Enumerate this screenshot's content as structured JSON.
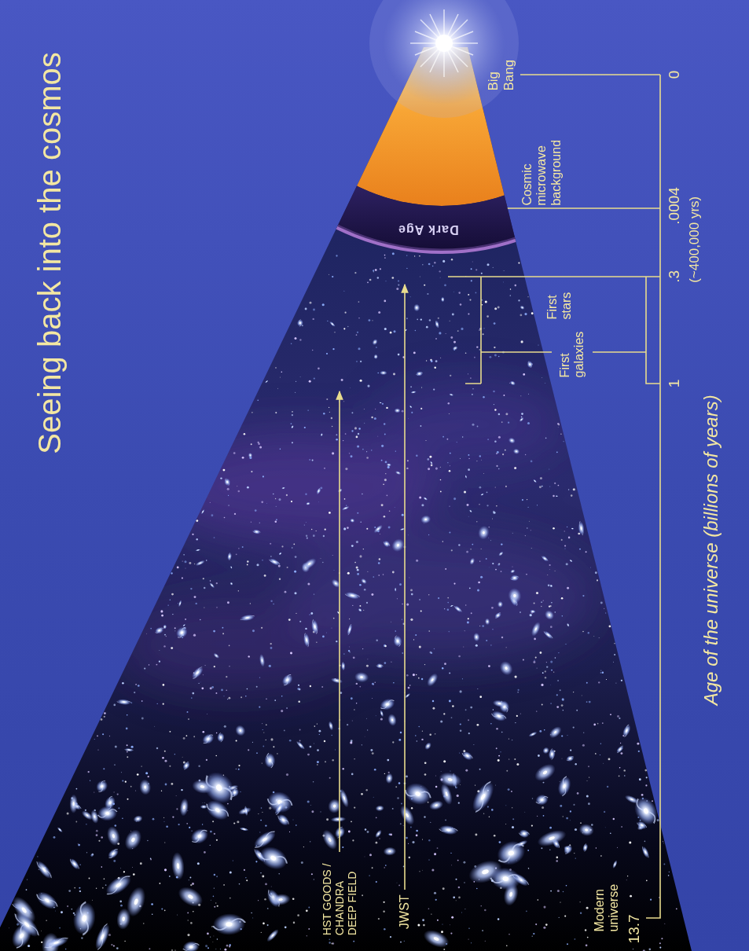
{
  "diagram": {
    "title": "Seeing back into the cosmos",
    "nodes": [
      {
        "text": [
          "Dark Age"
        ]
      }
    ],
    "labels": [
      "Big Bang",
      "0",
      "Cosmic microwave background",
      ".0004",
      "(~400,000 yrs)",
      "First stars",
      ".3",
      "First galaxies",
      "1",
      "Modern universe",
      "13.7",
      "Age of the universe (billions of years)",
      "HST GOODS / CHANDRA DEEP FIELD",
      "JWST"
    ]
  }
}
